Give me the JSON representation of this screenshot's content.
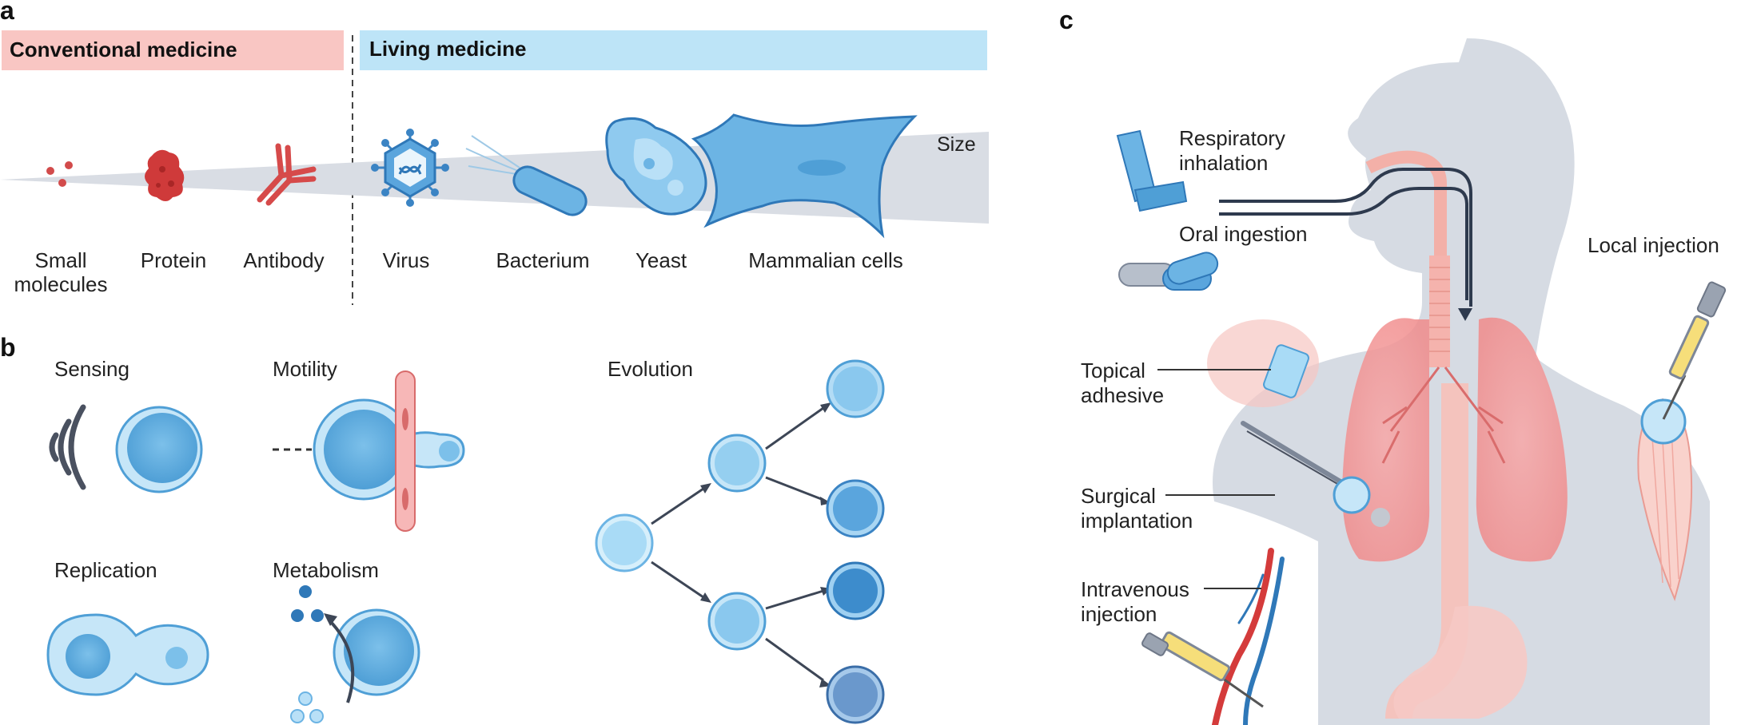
{
  "panels": {
    "a": "a",
    "b": "b",
    "c": "c"
  },
  "panel_a": {
    "conventional_header": "Conventional medicine",
    "living_header": "Living medicine",
    "size_label": "Size",
    "items": {
      "small_molecules_line1": "Small",
      "small_molecules_line2": "molecules",
      "protein": "Protein",
      "antibody": "Antibody",
      "virus": "Virus",
      "bacterium": "Bacterium",
      "yeast": "Yeast",
      "mammalian_cells": "Mammalian cells"
    },
    "colors": {
      "conventional": "#f9c6c3",
      "living": "#bde4f7"
    }
  },
  "panel_b": {
    "sensing": "Sensing",
    "motility": "Motility",
    "replication": "Replication",
    "metabolism": "Metabolism",
    "evolution": "Evolution"
  },
  "panel_c": {
    "respiratory_line1": "Respiratory",
    "respiratory_line2": "inhalation",
    "oral_ingestion": "Oral ingestion",
    "local_injection": "Local injection",
    "topical_line1": "Topical",
    "topical_line2": "adhesive",
    "surgical_line1": "Surgical",
    "surgical_line2": "implantation",
    "intravenous_line1": "Intravenous",
    "intravenous_line2": "injection"
  }
}
